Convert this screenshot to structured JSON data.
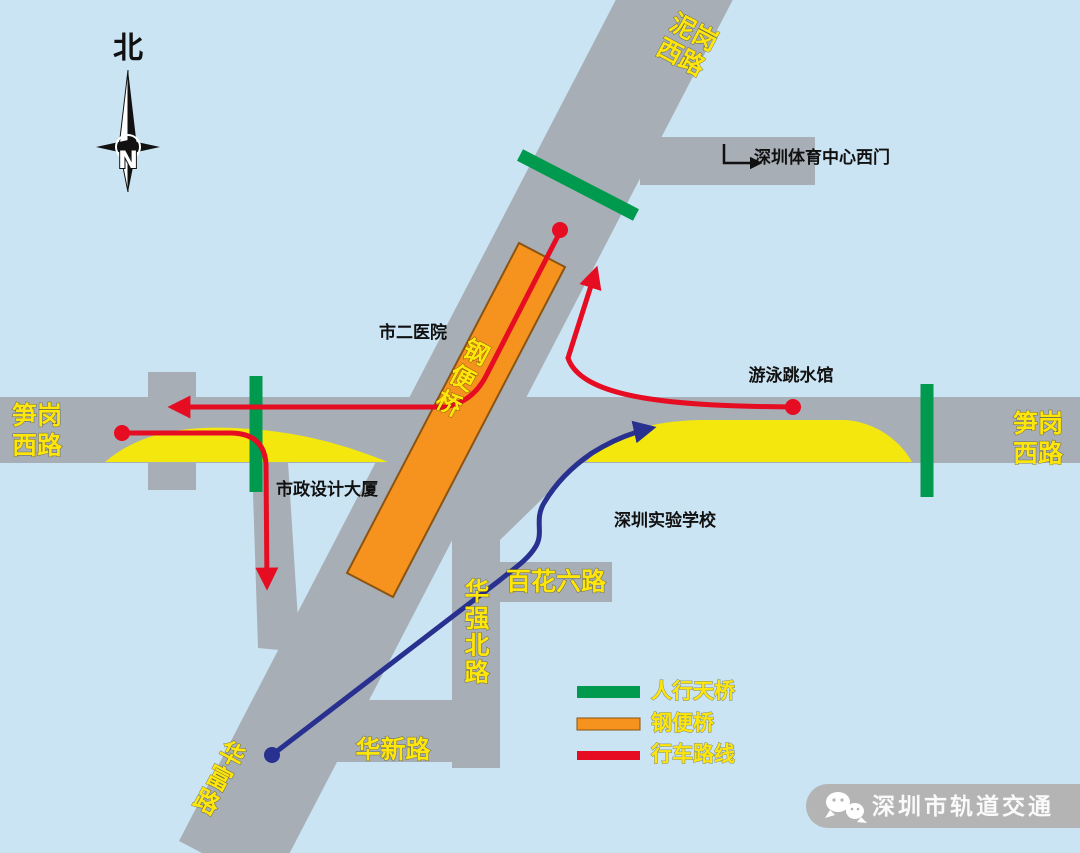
{
  "colors": {
    "background": "#cbe4f3",
    "road": "#a7aeb5",
    "pedestrian_bridge": "#009a4e",
    "steel_bridge": "#f6921e",
    "steel_bridge_border": "#8a5413",
    "driving_route": "#e60c22",
    "driving_route_blue": "#28318f",
    "road_label": "#ffe60a",
    "lane_widening": "#f3e70e",
    "landmark_text": "#111111",
    "watermark_bg": "#b4b4b4",
    "watermark_text": "#fafafa"
  },
  "compass": {
    "label": "北",
    "letter": "N"
  },
  "roads": {
    "nigang_west": {
      "lines": [
        "泥岗",
        "西路"
      ]
    },
    "sungang_west": {
      "lines": [
        "笋岗",
        "西路"
      ]
    },
    "huafu": {
      "chars": [
        "华",
        "富",
        "路"
      ]
    },
    "huaxin": {
      "label": "华新路"
    },
    "huaqiang_north": {
      "chars": [
        "华",
        "强",
        "北",
        "路"
      ]
    },
    "baihua_six": {
      "label": "百花六路"
    },
    "steel_bridge": {
      "chars": [
        "钢",
        "便",
        "桥"
      ]
    }
  },
  "landmarks": {
    "hospital": "市二医院",
    "design_building": "市政设计大厦",
    "swimming_hall": "游泳跳水馆",
    "sports_center": "深圳体育中心西门",
    "experimental_school": "深圳实验学校"
  },
  "legend": {
    "items": [
      {
        "label": "人行天桥",
        "color": "#009a4e"
      },
      {
        "label": "钢便桥",
        "color": "#f6921e"
      },
      {
        "label": "行车路线",
        "color": "#e60c22"
      }
    ]
  },
  "watermark": {
    "text": "深圳市轨道交通"
  }
}
